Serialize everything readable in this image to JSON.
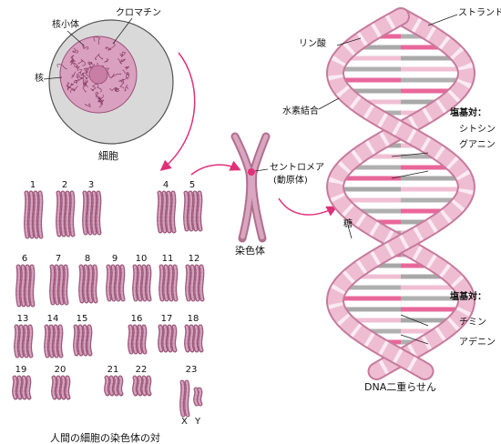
{
  "cell": {
    "nucleolus_label": "核小体",
    "chromatin_label": "クロマチン",
    "nucleus_label": "核",
    "caption": "細胞"
  },
  "chromosome": {
    "centromere_label": "セントロメア",
    "centromere_sub": "(動原体)",
    "caption": "染色体"
  },
  "karyotype": {
    "caption": "人間の細胞の染色体の対",
    "numbers": [
      "1",
      "2",
      "3",
      "4",
      "5",
      "6",
      "7",
      "8",
      "9",
      "10",
      "11",
      "12",
      "13",
      "14",
      "15",
      "16",
      "17",
      "18",
      "19",
      "20",
      "21",
      "22",
      "23"
    ],
    "x_label": "X",
    "y_label": "Y"
  },
  "dna": {
    "strand_label": "ストランド",
    "phosphate_label": "リン酸",
    "hydrogen_bond_label": "水素結合",
    "base_pair_label_1": "塩基対：",
    "cytosine_label": "シトシン",
    "guanine_label": "グアニン",
    "sugar_label": "糖",
    "base_pair_label_2": "塩基対：",
    "thymine_label": "チミン",
    "adenine_label": "アデニン",
    "caption": "DNA二重らせん"
  },
  "colors": {
    "arrow": "#e0307a",
    "strand": "#e8a9c4",
    "strand_dark": "#c77a9c",
    "cytoplasm": "#d9d9d9",
    "nucleus": "#d9a0c0",
    "guanine": "#b0b0b0",
    "cytosine": "#e8679a",
    "chromosome": "#c98aa8"
  }
}
